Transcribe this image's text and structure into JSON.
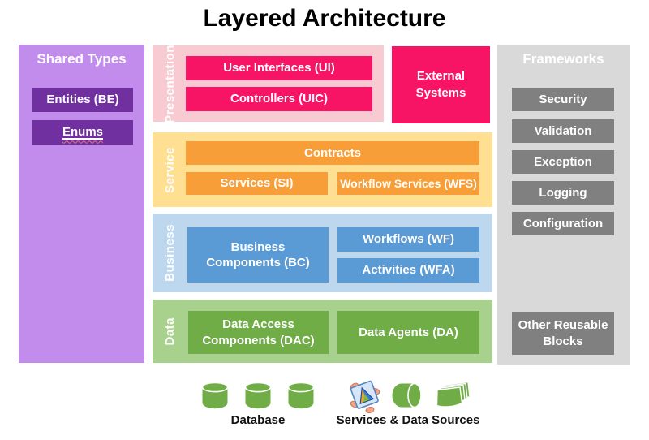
{
  "title": "Layered Architecture",
  "shared_types": {
    "title": "Shared Types",
    "items": [
      {
        "label": "Entities (BE)"
      },
      {
        "label": "Enums",
        "underlined": true,
        "spellcheck_squiggle": true
      }
    ]
  },
  "layers": {
    "presentation": {
      "name": "Presentation",
      "boxes": [
        "User Interfaces (UI)",
        "Controllers (UIC)"
      ]
    },
    "service": {
      "name": "Service",
      "contracts": "Contracts",
      "services": "Services (SI)",
      "workflow_services": "Workflow Services (WFS)"
    },
    "business": {
      "name": "Business",
      "components": "Business Components (BC)",
      "workflows": "Workflows (WF)",
      "activities": "Activities (WFA)"
    },
    "data": {
      "name": "Data",
      "dac": "Data Access Components (DAC)",
      "agents": "Data Agents (DA)"
    }
  },
  "external_systems": {
    "label": "External Systems"
  },
  "frameworks": {
    "title": "Frameworks",
    "items": [
      "Security",
      "Validation",
      "Exception",
      "Logging",
      "Configuration"
    ],
    "other_label": "Other Reusable Blocks"
  },
  "legend": {
    "database_label": "Database",
    "services_label": "Services & Data Sources",
    "database_icon_count": 3,
    "services_icons": [
      "web-service-icon",
      "data-store-cylinder-icon",
      "documents-stack-icon"
    ]
  },
  "colors": {
    "shared_bg": "#C18CEC",
    "shared_box": "#7030A0",
    "presentation_bg": "#F8CAD1",
    "presentation_box": "#F81464",
    "service_bg": "#FFE093",
    "service_box": "#F79E38",
    "business_bg": "#BDD7EE",
    "business_box": "#5B9BD5",
    "data_bg": "#A9D18E",
    "data_box": "#70AD47",
    "frameworks_bg": "#D9D9D9",
    "frameworks_box": "#808080",
    "title_color": "#000000"
  }
}
